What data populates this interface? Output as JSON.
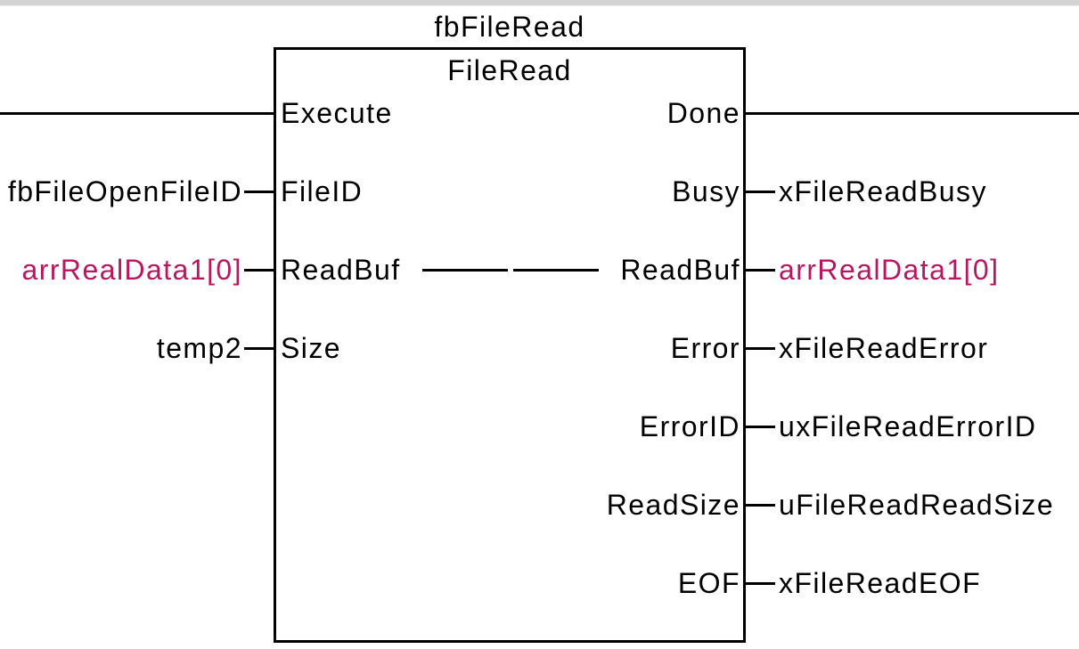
{
  "diagram": {
    "kind": "plc-function-block-diagram",
    "instance_name": "fbFileRead",
    "type_name": "FileRead",
    "colors": {
      "wire": "#000000",
      "text": "#000000",
      "pointer_variable": "#b5185f",
      "top_strip": "#d3d3d3",
      "background": "#ffffff"
    },
    "inputs": [
      {
        "pin": "Execute",
        "variable": "",
        "wire": "rail-to-left-edge"
      },
      {
        "pin": "FileID",
        "variable": "fbFileOpenFileID",
        "variable_color": "black"
      },
      {
        "pin": "ReadBuf",
        "variable": "arrRealData1[0]",
        "variable_color": "magenta"
      },
      {
        "pin": "Size",
        "variable": "temp2",
        "variable_color": "black"
      }
    ],
    "outputs": [
      {
        "pin": "Done",
        "variable": "",
        "wire": "rail-to-right-edge"
      },
      {
        "pin": "Busy",
        "variable": "xFileReadBusy",
        "variable_color": "black"
      },
      {
        "pin": "ReadBuf",
        "variable": "arrRealData1[0]",
        "variable_color": "magenta"
      },
      {
        "pin": "Error",
        "variable": "xFileReadError",
        "variable_color": "black"
      },
      {
        "pin": "ErrorID",
        "variable": "uxFileReadErrorID",
        "variable_color": "black"
      },
      {
        "pin": "ReadSize",
        "variable": "uFileReadReadSize",
        "variable_color": "black"
      },
      {
        "pin": "EOF",
        "variable": "xFileReadEOF",
        "variable_color": "black"
      }
    ],
    "internal_link": {
      "from_pin": "ReadBuf",
      "to_pin": "ReadBuf",
      "style": "broken-dash"
    }
  }
}
